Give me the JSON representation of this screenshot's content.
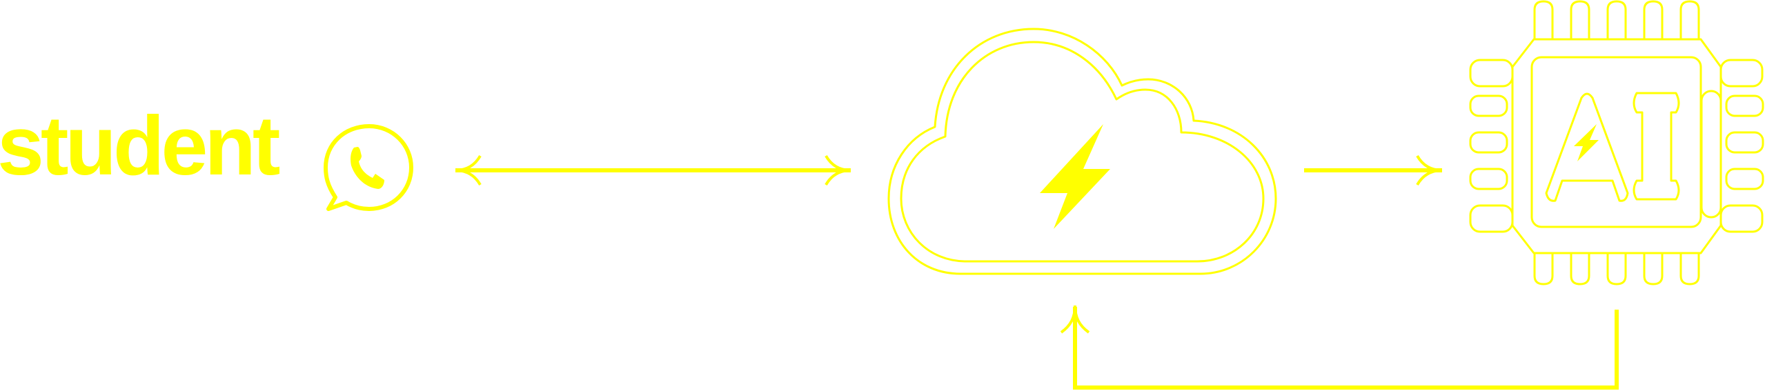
{
  "diagram": {
    "source_label": "student",
    "accent_color": "#ffff00",
    "background_color": "#ffffff",
    "icons": {
      "source": "whatsapp-icon",
      "cloud": "cloud-lightning-icon",
      "processor": "ai-chip-icon"
    },
    "chip_lettering": "AI",
    "connectors": [
      {
        "from": "student",
        "to": "cloud",
        "direction": "bidirectional"
      },
      {
        "from": "cloud",
        "to": "ai-chip",
        "direction": "forward"
      },
      {
        "from": "ai-chip",
        "to": "cloud",
        "direction": "return"
      }
    ]
  }
}
